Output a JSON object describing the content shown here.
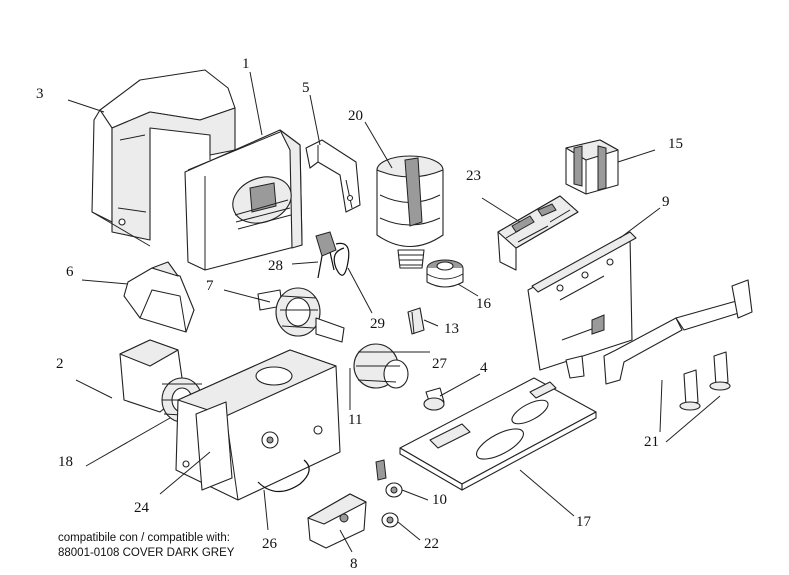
{
  "parts": [
    {
      "id": "p1",
      "label": "1"
    },
    {
      "id": "p2",
      "label": "2"
    },
    {
      "id": "p3",
      "label": "3"
    },
    {
      "id": "p4",
      "label": "4"
    },
    {
      "id": "p5",
      "label": "5"
    },
    {
      "id": "p6",
      "label": "6"
    },
    {
      "id": "p7",
      "label": "7"
    },
    {
      "id": "p8",
      "label": "8"
    },
    {
      "id": "p9",
      "label": "9"
    },
    {
      "id": "p10",
      "label": "10"
    },
    {
      "id": "p11",
      "label": "11"
    },
    {
      "id": "p13",
      "label": "13"
    },
    {
      "id": "p15",
      "label": "15"
    },
    {
      "id": "p16",
      "label": "16"
    },
    {
      "id": "p17",
      "label": "17"
    },
    {
      "id": "p18",
      "label": "18"
    },
    {
      "id": "p20",
      "label": "20"
    },
    {
      "id": "p21",
      "label": "21"
    },
    {
      "id": "p22",
      "label": "22"
    },
    {
      "id": "p23",
      "label": "23"
    },
    {
      "id": "p24",
      "label": "24"
    },
    {
      "id": "p26",
      "label": "26"
    },
    {
      "id": "p27",
      "label": "27"
    },
    {
      "id": "p28",
      "label": "28"
    },
    {
      "id": "p29",
      "label": "29"
    }
  ],
  "caption": {
    "line1": "compatibile con / compatible with:",
    "line2": "88001-0108 COVER DARK GREY"
  }
}
